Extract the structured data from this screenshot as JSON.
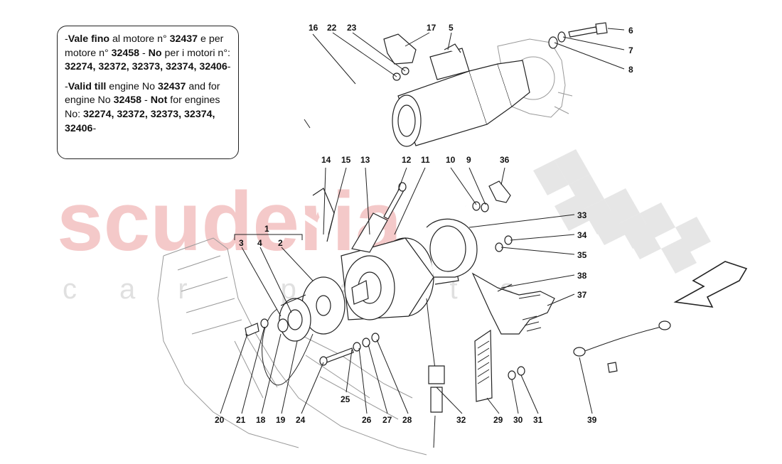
{
  "note": {
    "it": [
      {
        "t": "-",
        "b": false
      },
      {
        "t": "Vale fino",
        "b": true
      },
      {
        "t": " al motore n° ",
        "b": false
      },
      {
        "t": "32437",
        "b": true
      },
      {
        "t": " e per motore n° ",
        "b": false
      },
      {
        "t": "32458",
        "b": true
      },
      {
        "t": " - ",
        "b": false
      },
      {
        "t": "No",
        "b": true
      },
      {
        "t": " per i motori n°: ",
        "b": false
      },
      {
        "t": "32274, 32372, 32373, 32374, 32406",
        "b": true
      },
      {
        "t": "-",
        "b": false
      }
    ],
    "en": [
      {
        "t": "-",
        "b": false
      },
      {
        "t": "Valid till",
        "b": true
      },
      {
        "t": " engine No ",
        "b": false
      },
      {
        "t": "32437",
        "b": true
      },
      {
        "t": " and for engine No ",
        "b": false
      },
      {
        "t": "32458",
        "b": true
      },
      {
        "t": " - ",
        "b": false
      },
      {
        "t": "Not",
        "b": true
      },
      {
        "t": " for engines No: ",
        "b": false
      },
      {
        "t": "32274, 32372, 32373, 32374, 32406",
        "b": true
      },
      {
        "t": "-",
        "b": false
      }
    ]
  },
  "watermark": {
    "brand": "scuderia",
    "sub": "car parts"
  },
  "group_label": "1",
  "callouts": [
    "16",
    "22",
    "23",
    "17",
    "5",
    "6",
    "7",
    "8",
    "14",
    "15",
    "13",
    "12",
    "11",
    "10",
    "9",
    "36",
    "33",
    "34",
    "35",
    "38",
    "37",
    "3",
    "4",
    "2",
    "20",
    "21",
    "18",
    "19",
    "24",
    "25",
    "26",
    "27",
    "28",
    "32",
    "29",
    "30",
    "31",
    "39"
  ]
}
